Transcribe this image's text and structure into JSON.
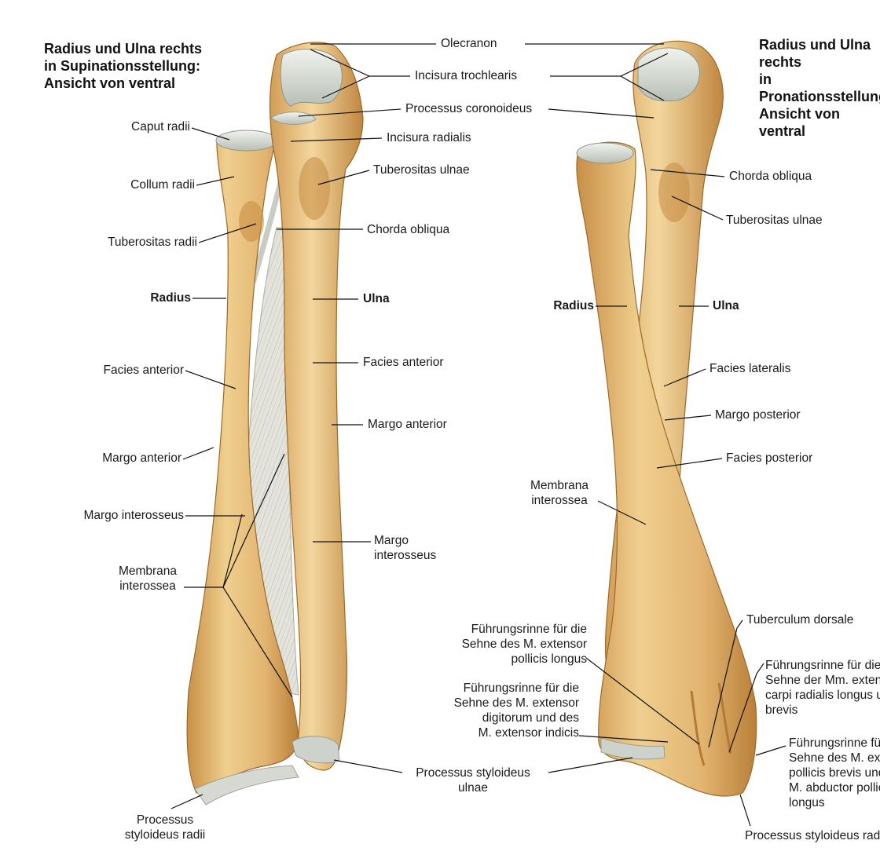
{
  "left_view": {
    "title_lines": [
      "Radius und Ulna rechts",
      "in Supinationsstellung:",
      "Ansicht von ventral"
    ],
    "labels": {
      "caput_radii": "Caput radii",
      "collum_radii": "Collum radii",
      "tuberositas_radii": "Tuberositas radii",
      "radius": "Radius",
      "facies_anterior_radius": "Facies anterior",
      "margo_anterior_radius": "Margo anterior",
      "margo_interosseus_radius": "Margo interosseus",
      "membrana_interossea": [
        "Membrana",
        "interossea"
      ],
      "processus_styloideus_radii": [
        "Processus",
        "styloideus radii"
      ],
      "olecranon": "Olecranon",
      "incisura_trochlearis": "Incisura trochlearis",
      "processus_coronoideus": "Processus coronoideus",
      "incisura_radialis": "Incisura radialis",
      "tuberositas_ulnae": "Tuberositas ulnae",
      "chorda_obliqua": "Chorda obliqua",
      "ulna": "Ulna",
      "facies_anterior_ulna": "Facies anterior",
      "margo_anterior_ulna": "Margo anterior",
      "margo_interosseus_ulna": [
        "Margo",
        "interosseus"
      ],
      "processus_styloideus_ulnae": [
        "Processus styloideus",
        "ulnae"
      ]
    }
  },
  "right_view": {
    "title_lines": [
      "Radius und Ulna",
      "rechts",
      "in Pronationsstellung:",
      "Ansicht von ventral"
    ],
    "labels": {
      "chorda_obliqua": "Chorda obliqua",
      "tuberositas_ulnae": "Tuberositas ulnae",
      "radius": "Radius",
      "ulna": "Ulna",
      "facies_lateralis": "Facies lateralis",
      "margo_posterior": "Margo posterior",
      "facies_posterior": "Facies posterior",
      "membrana_interossea": [
        "Membrana",
        "interossea"
      ],
      "tuberculum_dorsale": "Tuberculum dorsale",
      "rinne_pollicis_longus": [
        "Führungsrinne für die",
        "Sehne des M. extensor",
        "pollicis longus"
      ],
      "rinne_digitorum": [
        "Führungsrinne für die",
        "Sehne des M. extensor",
        "digitorum und des",
        "M. extensor indicis"
      ],
      "rinne_carpi_radialis": [
        "Führungsrinne für die",
        "Sehne der Mm. extensores",
        "carpi radialis longus und",
        "brevis"
      ],
      "rinne_pollicis_brevis": [
        "Führungsrinne für die",
        "Sehne des M. extensor",
        "pollicis brevis und des",
        "M. abductor pollicis",
        "longus"
      ],
      "processus_styloideus": "Processus styloideus radii"
    }
  },
  "colors": {
    "bone": "#e6bd78",
    "bone_dark": "#c48d44",
    "cartilage": "#d9ddd6",
    "membrane": "#dcdcd4",
    "leader": "#111111"
  }
}
